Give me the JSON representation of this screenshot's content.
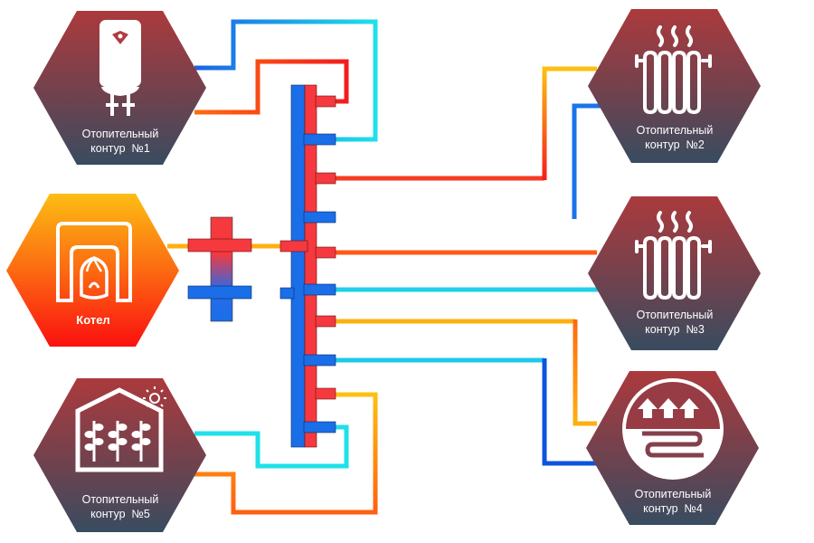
{
  "nodes": {
    "contour1": {
      "line1": "Отопительный",
      "line2": "контур  №1",
      "icon": "water-heater-icon"
    },
    "contour2": {
      "line1": "Отопительный",
      "line2": "контур  №2",
      "icon": "radiator-icon"
    },
    "contour3": {
      "line1": "Отопительный",
      "line2": "контур  №3",
      "icon": "radiator-icon"
    },
    "contour4": {
      "line1": "Отопительный",
      "line2": "контур  №4",
      "icon": "floor-heating-icon"
    },
    "contour5": {
      "line1": "Отопительный",
      "line2": "контур  №5",
      "icon": "greenhouse-icon"
    },
    "boiler": {
      "label": "Котел",
      "icon": "boiler-icon"
    }
  },
  "colors": {
    "hot": "#f4373f",
    "cold": "#1a6ee8",
    "cyan": "#1fd9e8",
    "yellow": "#fdbd12",
    "orange": "#ff6a10",
    "hex_top": "#a93a3e",
    "hex_bottom": "#3c4a5e",
    "boiler_top": "#fdba14",
    "boiler_bottom": "#fb1a12"
  }
}
